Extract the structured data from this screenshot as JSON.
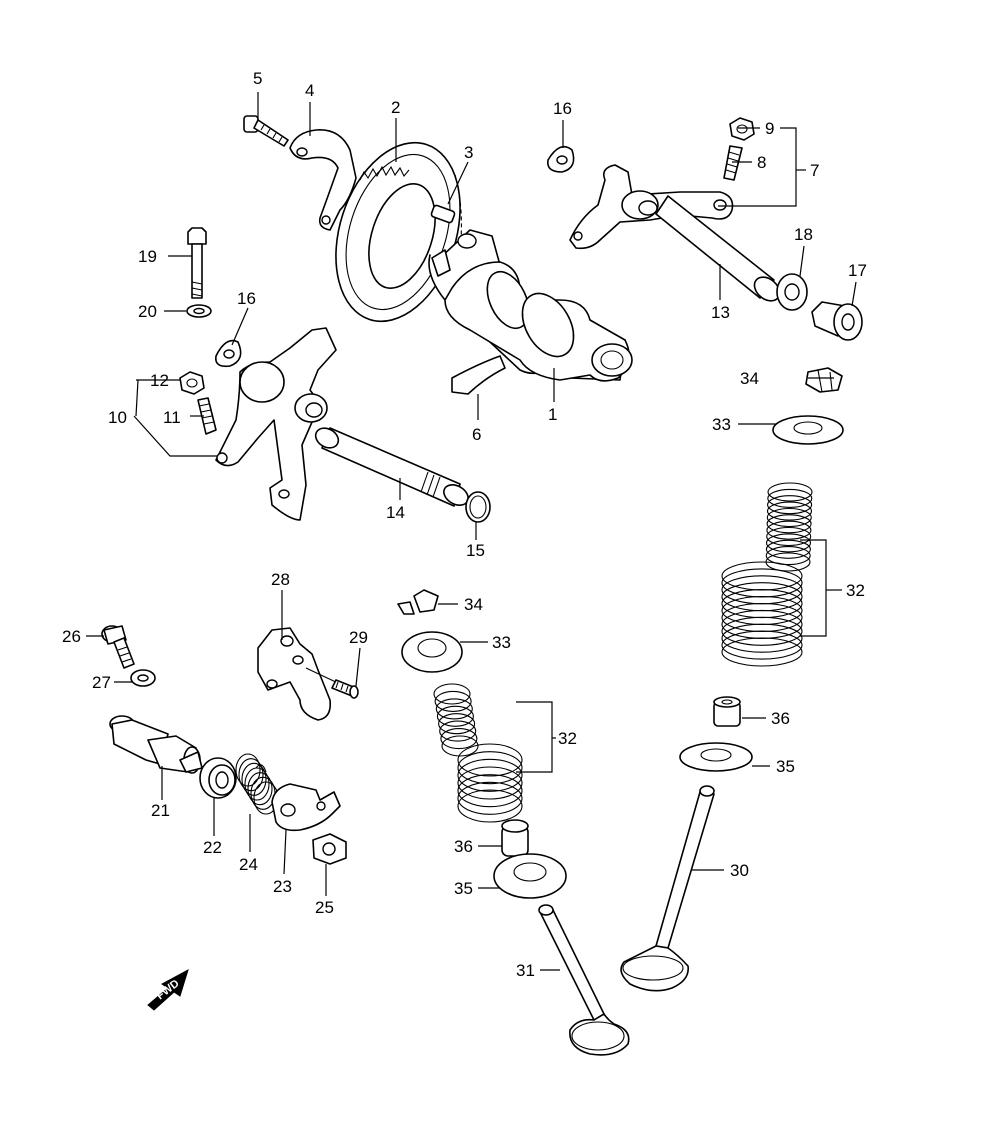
{
  "callouts": {
    "c1": "1",
    "c2": "2",
    "c3": "3",
    "c4": "4",
    "c5": "5",
    "c6": "6",
    "c7": "7",
    "c8": "8",
    "c9": "9",
    "c10": "10",
    "c11": "11",
    "c12": "12",
    "c13": "13",
    "c14": "14",
    "c15": "15",
    "c16a": "16",
    "c16b": "16",
    "c17": "17",
    "c18": "18",
    "c19": "19",
    "c20": "20",
    "c21": "21",
    "c22": "22",
    "c23": "23",
    "c24": "24",
    "c25": "25",
    "c26": "26",
    "c27": "27",
    "c28": "28",
    "c29": "29",
    "c30": "30",
    "c31": "31",
    "c32a": "32",
    "c32b": "32",
    "c33a": "33",
    "c33b": "33",
    "c34a": "34",
    "c34b": "34",
    "c35a": "35",
    "c35b": "35",
    "c36a": "36",
    "c36b": "36"
  },
  "direction_arrow": {
    "label": "FWD"
  },
  "icons": {
    "direction": "fwd-arrow-icon"
  },
  "colors": {
    "line": "#000000",
    "background": "#ffffff"
  }
}
